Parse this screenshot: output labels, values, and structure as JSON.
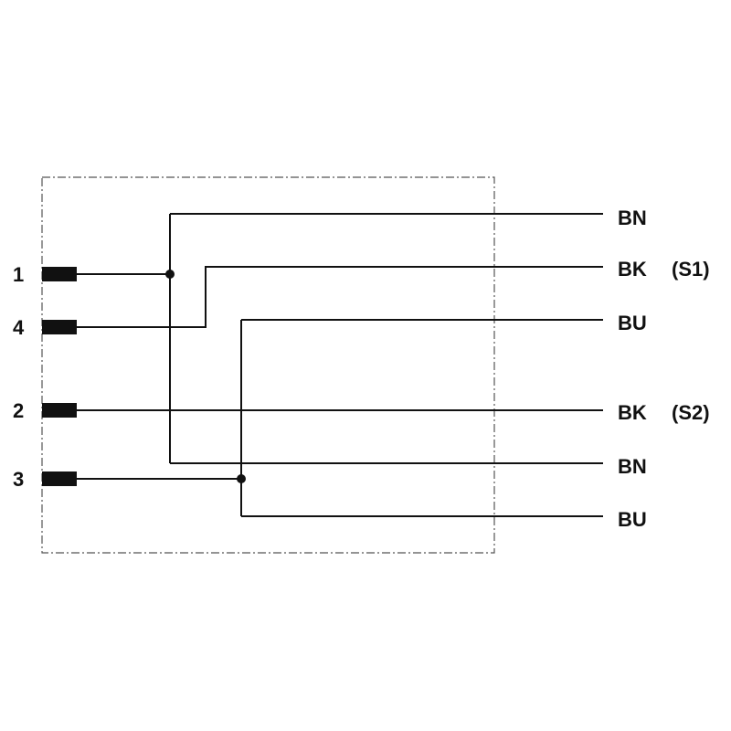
{
  "pins": [
    {
      "id": "1",
      "label": "1"
    },
    {
      "id": "4",
      "label": "4"
    },
    {
      "id": "2",
      "label": "2"
    },
    {
      "id": "3",
      "label": "3"
    }
  ],
  "outputs": [
    {
      "wire": "BN",
      "signal": ""
    },
    {
      "wire": "BK",
      "signal": "(S1)"
    },
    {
      "wire": "BU",
      "signal": ""
    },
    {
      "wire": "BK",
      "signal": "(S2)"
    },
    {
      "wire": "BN",
      "signal": ""
    },
    {
      "wire": "BU",
      "signal": ""
    }
  ],
  "colors": {
    "line": "#111111",
    "frame": "#555555"
  }
}
